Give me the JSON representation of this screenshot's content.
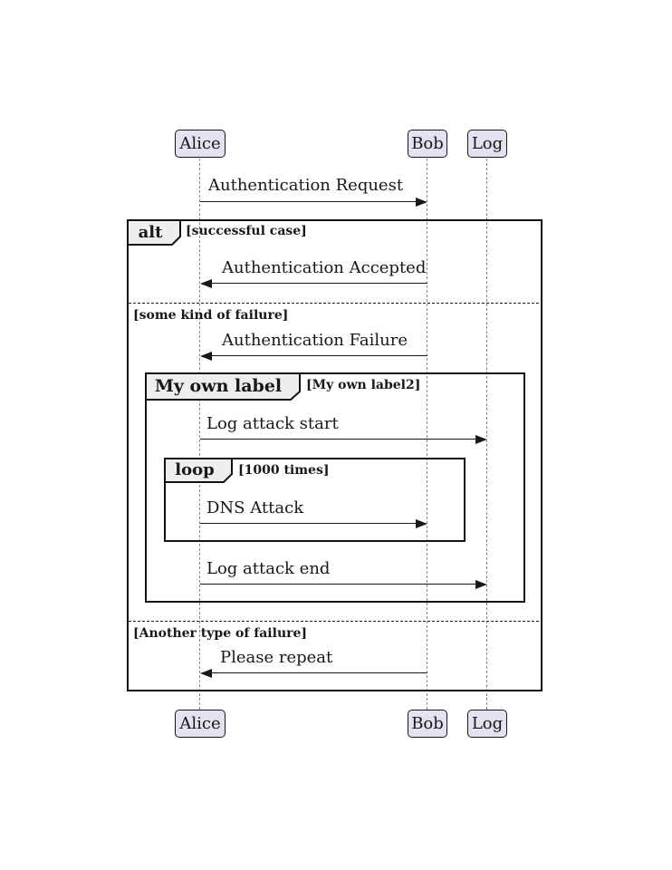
{
  "participants": [
    {
      "name": "Alice"
    },
    {
      "name": "Bob"
    },
    {
      "name": "Log"
    }
  ],
  "messages": [
    {
      "label": "Authentication Request",
      "from": "Alice",
      "to": "Bob"
    },
    {
      "label": "Authentication Accepted",
      "from": "Bob",
      "to": "Alice"
    },
    {
      "label": "Authentication Failure",
      "from": "Bob",
      "to": "Alice"
    },
    {
      "label": "Log attack start",
      "from": "Alice",
      "to": "Log"
    },
    {
      "label": "DNS Attack",
      "from": "Alice",
      "to": "Bob"
    },
    {
      "label": "Log attack end",
      "from": "Alice",
      "to": "Log"
    },
    {
      "label": "Please repeat",
      "from": "Bob",
      "to": "Alice"
    }
  ],
  "fragments": {
    "alt": {
      "operator": "alt",
      "branches": [
        "[successful case]",
        "[some kind of failure]",
        "[Another type of failure]"
      ]
    },
    "group": {
      "operator": "My own label",
      "guard": "[My own label2]"
    },
    "loop": {
      "operator": "loop",
      "guard": "[1000 times]"
    }
  },
  "colors": {
    "participant_fill": "#E2E2F0",
    "participant_border": "#181818",
    "fragment_header_fill": "#EEEEEE",
    "line_color": "#181818",
    "lifeline_color": "#888888",
    "background": "#FFFFFF"
  }
}
